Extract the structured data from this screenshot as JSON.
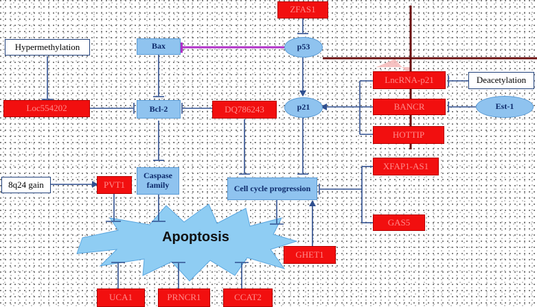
{
  "diagram": {
    "colors": {
      "gene_box": "#f20f0f",
      "protein_node": "#8fc3ef",
      "edge": "#2f4f8f",
      "purple_edge": "#b030c8",
      "dark_line": "#6b1010"
    },
    "nodes": {
      "zfas1": "ZFAS1",
      "hypermethylation": "Hypermethylation",
      "bax": "Bax",
      "p53": "p53",
      "loc554202": "Loc554202",
      "bcl2": "Bcl-2",
      "dq786243": "DQ786243",
      "p21": "p21",
      "lncrna_p21": "LncRNA-p21",
      "deacetylation": "Deacetylation",
      "bancr": "BANCR",
      "est1": "Est-1",
      "hottip": "HOTTIP",
      "q24_gain": "8q24 gain",
      "pvt1": "PVT1",
      "caspase_family": "Caspase family",
      "cell_cycle_progression": "Cell cycle progression",
      "xfap1_as1": "XFAP1-AS1",
      "gas5": "GAS5",
      "apoptosis": "Apoptosis",
      "ghet1": "GHET1",
      "uca1": "UCA1",
      "prncr1": "PRNCR1",
      "ccat2": "CCAT2"
    }
  }
}
